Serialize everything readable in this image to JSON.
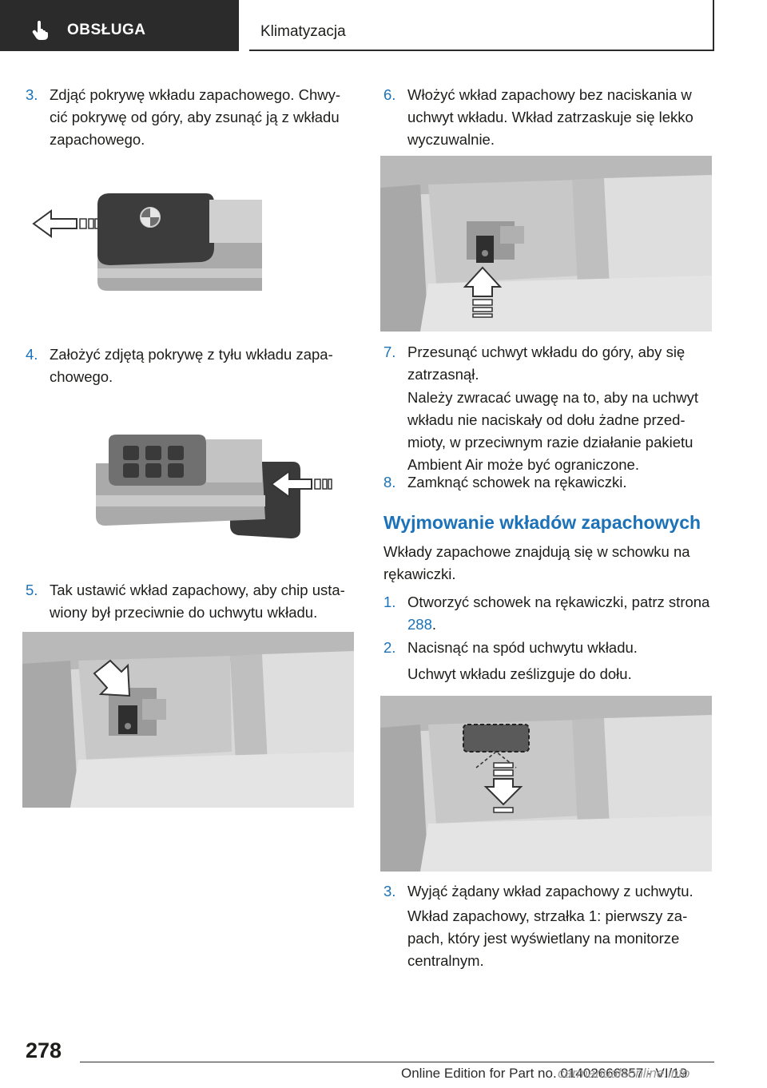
{
  "header": {
    "chapter": "OBSŁUGA",
    "section": "Klimatyzacja"
  },
  "left_column": {
    "step3": {
      "number": "3.",
      "text": "Zdjąć pokrywę wkładu zapachowego. Chwy‐ cić pokrywę od góry, aby zsunąć ją z wkładu zapachowego."
    },
    "step4": {
      "number": "4.",
      "text": "Założyć zdjętą pokrywę z tyłu wkładu zapa‐ chowego."
    },
    "step5": {
      "number": "5.",
      "text": "Tak ustawić wkład zapachowy, aby chip usta‐ wiony był przeciwnie do uchwytu wkładu."
    }
  },
  "right_column": {
    "step6": {
      "number": "6.",
      "text": "Włożyć wkład zapachowy bez naciskania w uchwyt wkładu. Wkład zatrzaskuje się lekko wyczuwalnie."
    },
    "step7": {
      "number": "7.",
      "text": "Przesunąć uchwyt wkładu do góry, aby się zatrzasnął."
    },
    "step7_note": "Należy zwracać uwagę na to, aby na uchwyt wkładu nie naciskały od dołu żadne przed‐ mioty, w przeciwnym razie działanie pakietu Ambient Air może być ograniczone.",
    "step8": {
      "number": "8.",
      "text": "Zamknąć schowek na rękawiczki."
    },
    "heading": "Wyjmowanie wkładów zapachowych",
    "intro": "Wkłady zapachowe znajdują się w schowku na rękawiczki.",
    "r_step1": {
      "number": "1.",
      "text_before": "Otworzyć schowek na rękawiczki, patrz strona ",
      "link": "288",
      "text_after": "."
    },
    "r_step2": {
      "number": "2.",
      "text": "Nacisnąć na spód uchwytu wkładu."
    },
    "r_step2_note": "Uchwyt wkładu ześlizguje do dołu.",
    "r_step3": {
      "number": "3.",
      "text": "Wyjąć żądany wkład zapachowy z uchwytu."
    },
    "r_step3_note": "Wkład zapachowy, strzałka 1: pierwszy za‐ pach, który jest wyświetlany na monitorze centralnym."
  },
  "footer": {
    "page_number": "278",
    "edition": "Online Edition for Part no. 01402666857 - VI/19",
    "watermark": "carmanualsonline.info"
  },
  "colors": {
    "accent": "#1b72b8",
    "header_dark": "#2b2b2b",
    "text": "#1d1d1b"
  }
}
